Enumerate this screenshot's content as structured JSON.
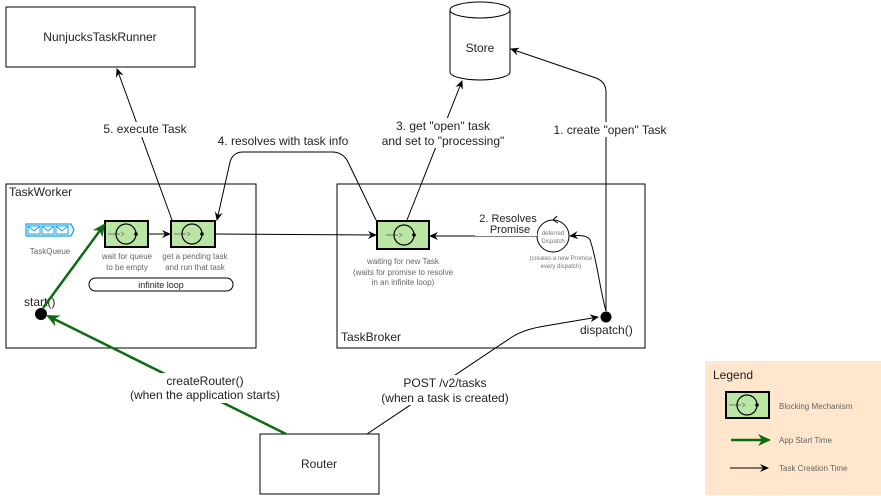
{
  "nodes": {
    "nunjucks_runner": "NunjucksTaskRunner",
    "store": "Store",
    "router": "Router",
    "task_worker": "TaskWorker",
    "task_broker": "TaskBroker",
    "task_queue": "TaskQueue"
  },
  "worker": {
    "wait_queue_line1": "wait for queue",
    "wait_queue_line2": "to be empty",
    "pending_line1": "get a pending task",
    "pending_line2": "and run that task",
    "infinite_loop": "infinite loop",
    "start": "start()"
  },
  "broker": {
    "waiting_line1": "waiting for new Task",
    "waiting_line2": "(waits for promise to resolve",
    "waiting_line3": "in an infinite loop)",
    "deferred_line1": "deferred",
    "deferred_line2": "Dispatch",
    "deferred_note1": "(creates a new Promise",
    "deferred_note2": "every dispatch)",
    "dispatch": "dispatch()"
  },
  "edges": {
    "step1": "1. create \"open\" Task",
    "step2_line1": "2. Resolves",
    "step2_line2": "Promise",
    "step3_line1": "3. get \"open\" task",
    "step3_line2": "and set to \"processing\"",
    "step4": "4. resolves with task info",
    "step5": "5. execute Task",
    "create_router_line1": "createRouter()",
    "create_router_line2": "(when the application starts)",
    "post_line1": "POST /v2/tasks",
    "post_line2": "(when a task is created)"
  },
  "legend": {
    "title": "Legend",
    "items": [
      {
        "label": "Blocking Mechanism",
        "icon": "blocking-mechanism-icon"
      },
      {
        "label": "App Start Time",
        "icon": "green-arrow-icon",
        "color": "#0e6b0e"
      },
      {
        "label": "Task Creation Time",
        "icon": "black-arrow-icon",
        "color": "#000000"
      }
    ]
  },
  "colors": {
    "mechanism_fill": "#b9e6a2",
    "app_start": "#0e6b0e",
    "legend_bg": "#ffe6cc",
    "queue": "#1ba1e2"
  }
}
